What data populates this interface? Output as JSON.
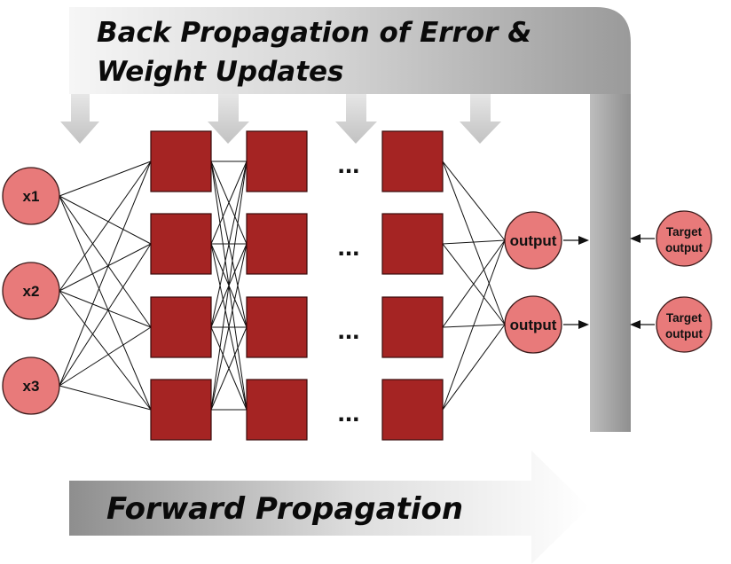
{
  "back_propagation": {
    "title_line1": "Back Propagation of Error &",
    "title_line2": "Weight Updates"
  },
  "forward_propagation": {
    "label": "Forward Propagation"
  },
  "inputs": [
    "x1",
    "x2",
    "x3"
  ],
  "hidden_layers_visible": 3,
  "hidden_units_per_layer": 4,
  "ellipsis": "...",
  "outputs": [
    "output",
    "output"
  ],
  "targets": [
    {
      "line1": "Target",
      "line2": "output"
    },
    {
      "line1": "Target",
      "line2": "output"
    }
  ],
  "colors": {
    "input_node": "#e87a7a",
    "hidden_unit": "#a52423",
    "output_node": "#e87a7a",
    "band_dark": "#9a9a9a",
    "band_light": "#f4f4f4",
    "edge": "#111111"
  }
}
